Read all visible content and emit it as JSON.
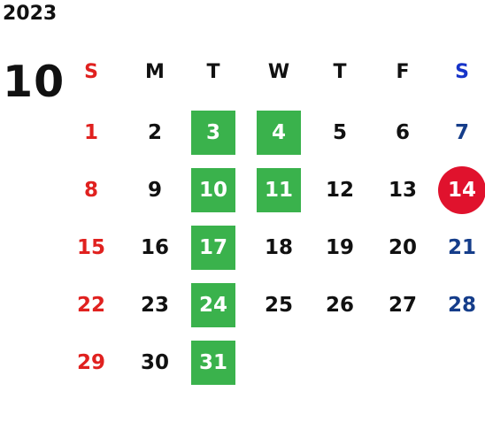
{
  "year": "2023",
  "month": "10",
  "weekdays": [
    {
      "label": "S",
      "kind": "sun"
    },
    {
      "label": "M",
      "kind": "wd"
    },
    {
      "label": "T",
      "kind": "wd"
    },
    {
      "label": "W",
      "kind": "wd"
    },
    {
      "label": "T",
      "kind": "wd"
    },
    {
      "label": "F",
      "kind": "wd"
    },
    {
      "label": "S",
      "kind": "sat"
    }
  ],
  "days": [
    {
      "day": "1",
      "weekday": 0,
      "week": 0,
      "style": "sun"
    },
    {
      "day": "2",
      "weekday": 1,
      "week": 0,
      "style": "normal"
    },
    {
      "day": "3",
      "weekday": 2,
      "week": 0,
      "style": "highlight"
    },
    {
      "day": "4",
      "weekday": 3,
      "week": 0,
      "style": "highlight"
    },
    {
      "day": "5",
      "weekday": 4,
      "week": 0,
      "style": "normal"
    },
    {
      "day": "6",
      "weekday": 5,
      "week": 0,
      "style": "normal"
    },
    {
      "day": "7",
      "weekday": 6,
      "week": 0,
      "style": "sat"
    },
    {
      "day": "8",
      "weekday": 0,
      "week": 1,
      "style": "sun"
    },
    {
      "day": "9",
      "weekday": 1,
      "week": 1,
      "style": "normal"
    },
    {
      "day": "10",
      "weekday": 2,
      "week": 1,
      "style": "highlight"
    },
    {
      "day": "11",
      "weekday": 3,
      "week": 1,
      "style": "highlight"
    },
    {
      "day": "12",
      "weekday": 4,
      "week": 1,
      "style": "normal"
    },
    {
      "day": "13",
      "weekday": 5,
      "week": 1,
      "style": "normal"
    },
    {
      "day": "14",
      "weekday": 6,
      "week": 1,
      "style": "today"
    },
    {
      "day": "15",
      "weekday": 0,
      "week": 2,
      "style": "sun"
    },
    {
      "day": "16",
      "weekday": 1,
      "week": 2,
      "style": "normal"
    },
    {
      "day": "17",
      "weekday": 2,
      "week": 2,
      "style": "highlight"
    },
    {
      "day": "18",
      "weekday": 3,
      "week": 2,
      "style": "normal"
    },
    {
      "day": "19",
      "weekday": 4,
      "week": 2,
      "style": "normal"
    },
    {
      "day": "20",
      "weekday": 5,
      "week": 2,
      "style": "normal"
    },
    {
      "day": "21",
      "weekday": 6,
      "week": 2,
      "style": "sat"
    },
    {
      "day": "22",
      "weekday": 0,
      "week": 3,
      "style": "sun"
    },
    {
      "day": "23",
      "weekday": 1,
      "week": 3,
      "style": "normal"
    },
    {
      "day": "24",
      "weekday": 2,
      "week": 3,
      "style": "highlight"
    },
    {
      "day": "25",
      "weekday": 3,
      "week": 3,
      "style": "normal"
    },
    {
      "day": "26",
      "weekday": 4,
      "week": 3,
      "style": "normal"
    },
    {
      "day": "27",
      "weekday": 5,
      "week": 3,
      "style": "normal"
    },
    {
      "day": "28",
      "weekday": 6,
      "week": 3,
      "style": "sat"
    },
    {
      "day": "29",
      "weekday": 0,
      "week": 4,
      "style": "sun"
    },
    {
      "day": "30",
      "weekday": 1,
      "week": 4,
      "style": "normal"
    },
    {
      "day": "31",
      "weekday": 2,
      "week": 4,
      "style": "highlight"
    }
  ],
  "colors": {
    "sunday": "#e0211f",
    "saturday": "#153d8a",
    "saturday_header": "#1734c9",
    "highlight": "#3ab24c",
    "today": "#e0122d",
    "text": "#111111"
  }
}
